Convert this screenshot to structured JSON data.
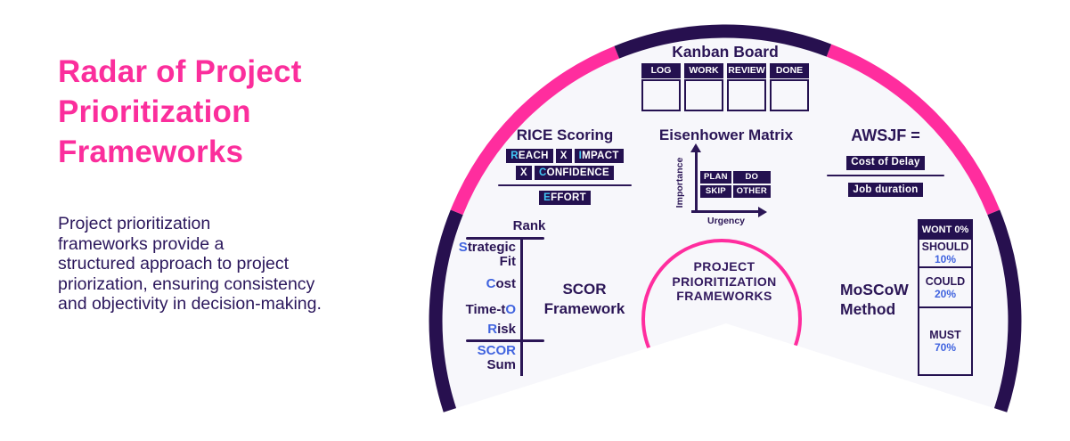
{
  "colors": {
    "title_pink": "#FB2E9C",
    "ring_pink": "#FF2D9E",
    "ring_navy": "#27104F",
    "box_navy": "#241150",
    "text_navy": "#2B1656",
    "cyan": "#41C8F5",
    "blue": "#4164DF",
    "interior": "#F7F7FB"
  },
  "left_panel": {
    "title_lines": [
      "Radar of Project",
      "Prioritization",
      "Frameworks"
    ],
    "description_lines": [
      "Project prioritization",
      "frameworks provide a",
      "structured approach to project",
      "priorization, ensuring consistency",
      "and objectivity in decision-making."
    ]
  },
  "radar": {
    "center": {
      "lines": [
        "PROJECT",
        "PRIORITIZATION",
        "FRAMEWORKS"
      ]
    },
    "kanban": {
      "title": "Kanban Board",
      "columns": [
        "LOG",
        "WORK",
        "REVIEW",
        "DONE"
      ]
    },
    "rice": {
      "title": "RICE Scoring",
      "reach_first": "R",
      "reach_rest": "EACH",
      "x1": "X",
      "impact_first": "I",
      "impact_rest": "MPACT",
      "x2": "X",
      "confidence_first": "C",
      "confidence_rest": "ONFIDENCE",
      "effort_first": "E",
      "effort_rest": "FFORT"
    },
    "eisenhower": {
      "title": "Eisenhower Matrix",
      "y_axis_label": "Importance",
      "x_axis_label": "Urgency",
      "quadrants": [
        "PLAN",
        "DO",
        "SKIP",
        "OTHER"
      ]
    },
    "awsjf": {
      "title": "AWSJF =",
      "numerator": "Cost of Delay",
      "denominator": "Job duration"
    },
    "scor": {
      "rank": "Rank",
      "label_lines": [
        "SCOR",
        "Framework"
      ],
      "strategic_first": "S",
      "strategic_rest": "trategic",
      "strategic_line2": "Fit",
      "cost_first": "C",
      "cost_rest": "ost",
      "time_pre": "Time-t",
      "time_blue": "O",
      "risk_first": "R",
      "risk_rest": "isk",
      "sum_blue": "SCOR",
      "sum_line2": "Sum"
    },
    "moscow": {
      "title_lines": [
        "MoSCoW",
        "Method"
      ],
      "segments": [
        {
          "label": "WONT 0%",
          "pct": ""
        },
        {
          "label": "SHOULD",
          "pct": "10%"
        },
        {
          "label": "COULD",
          "pct": "20%"
        },
        {
          "label": "MUST",
          "pct": "70%"
        }
      ]
    }
  }
}
